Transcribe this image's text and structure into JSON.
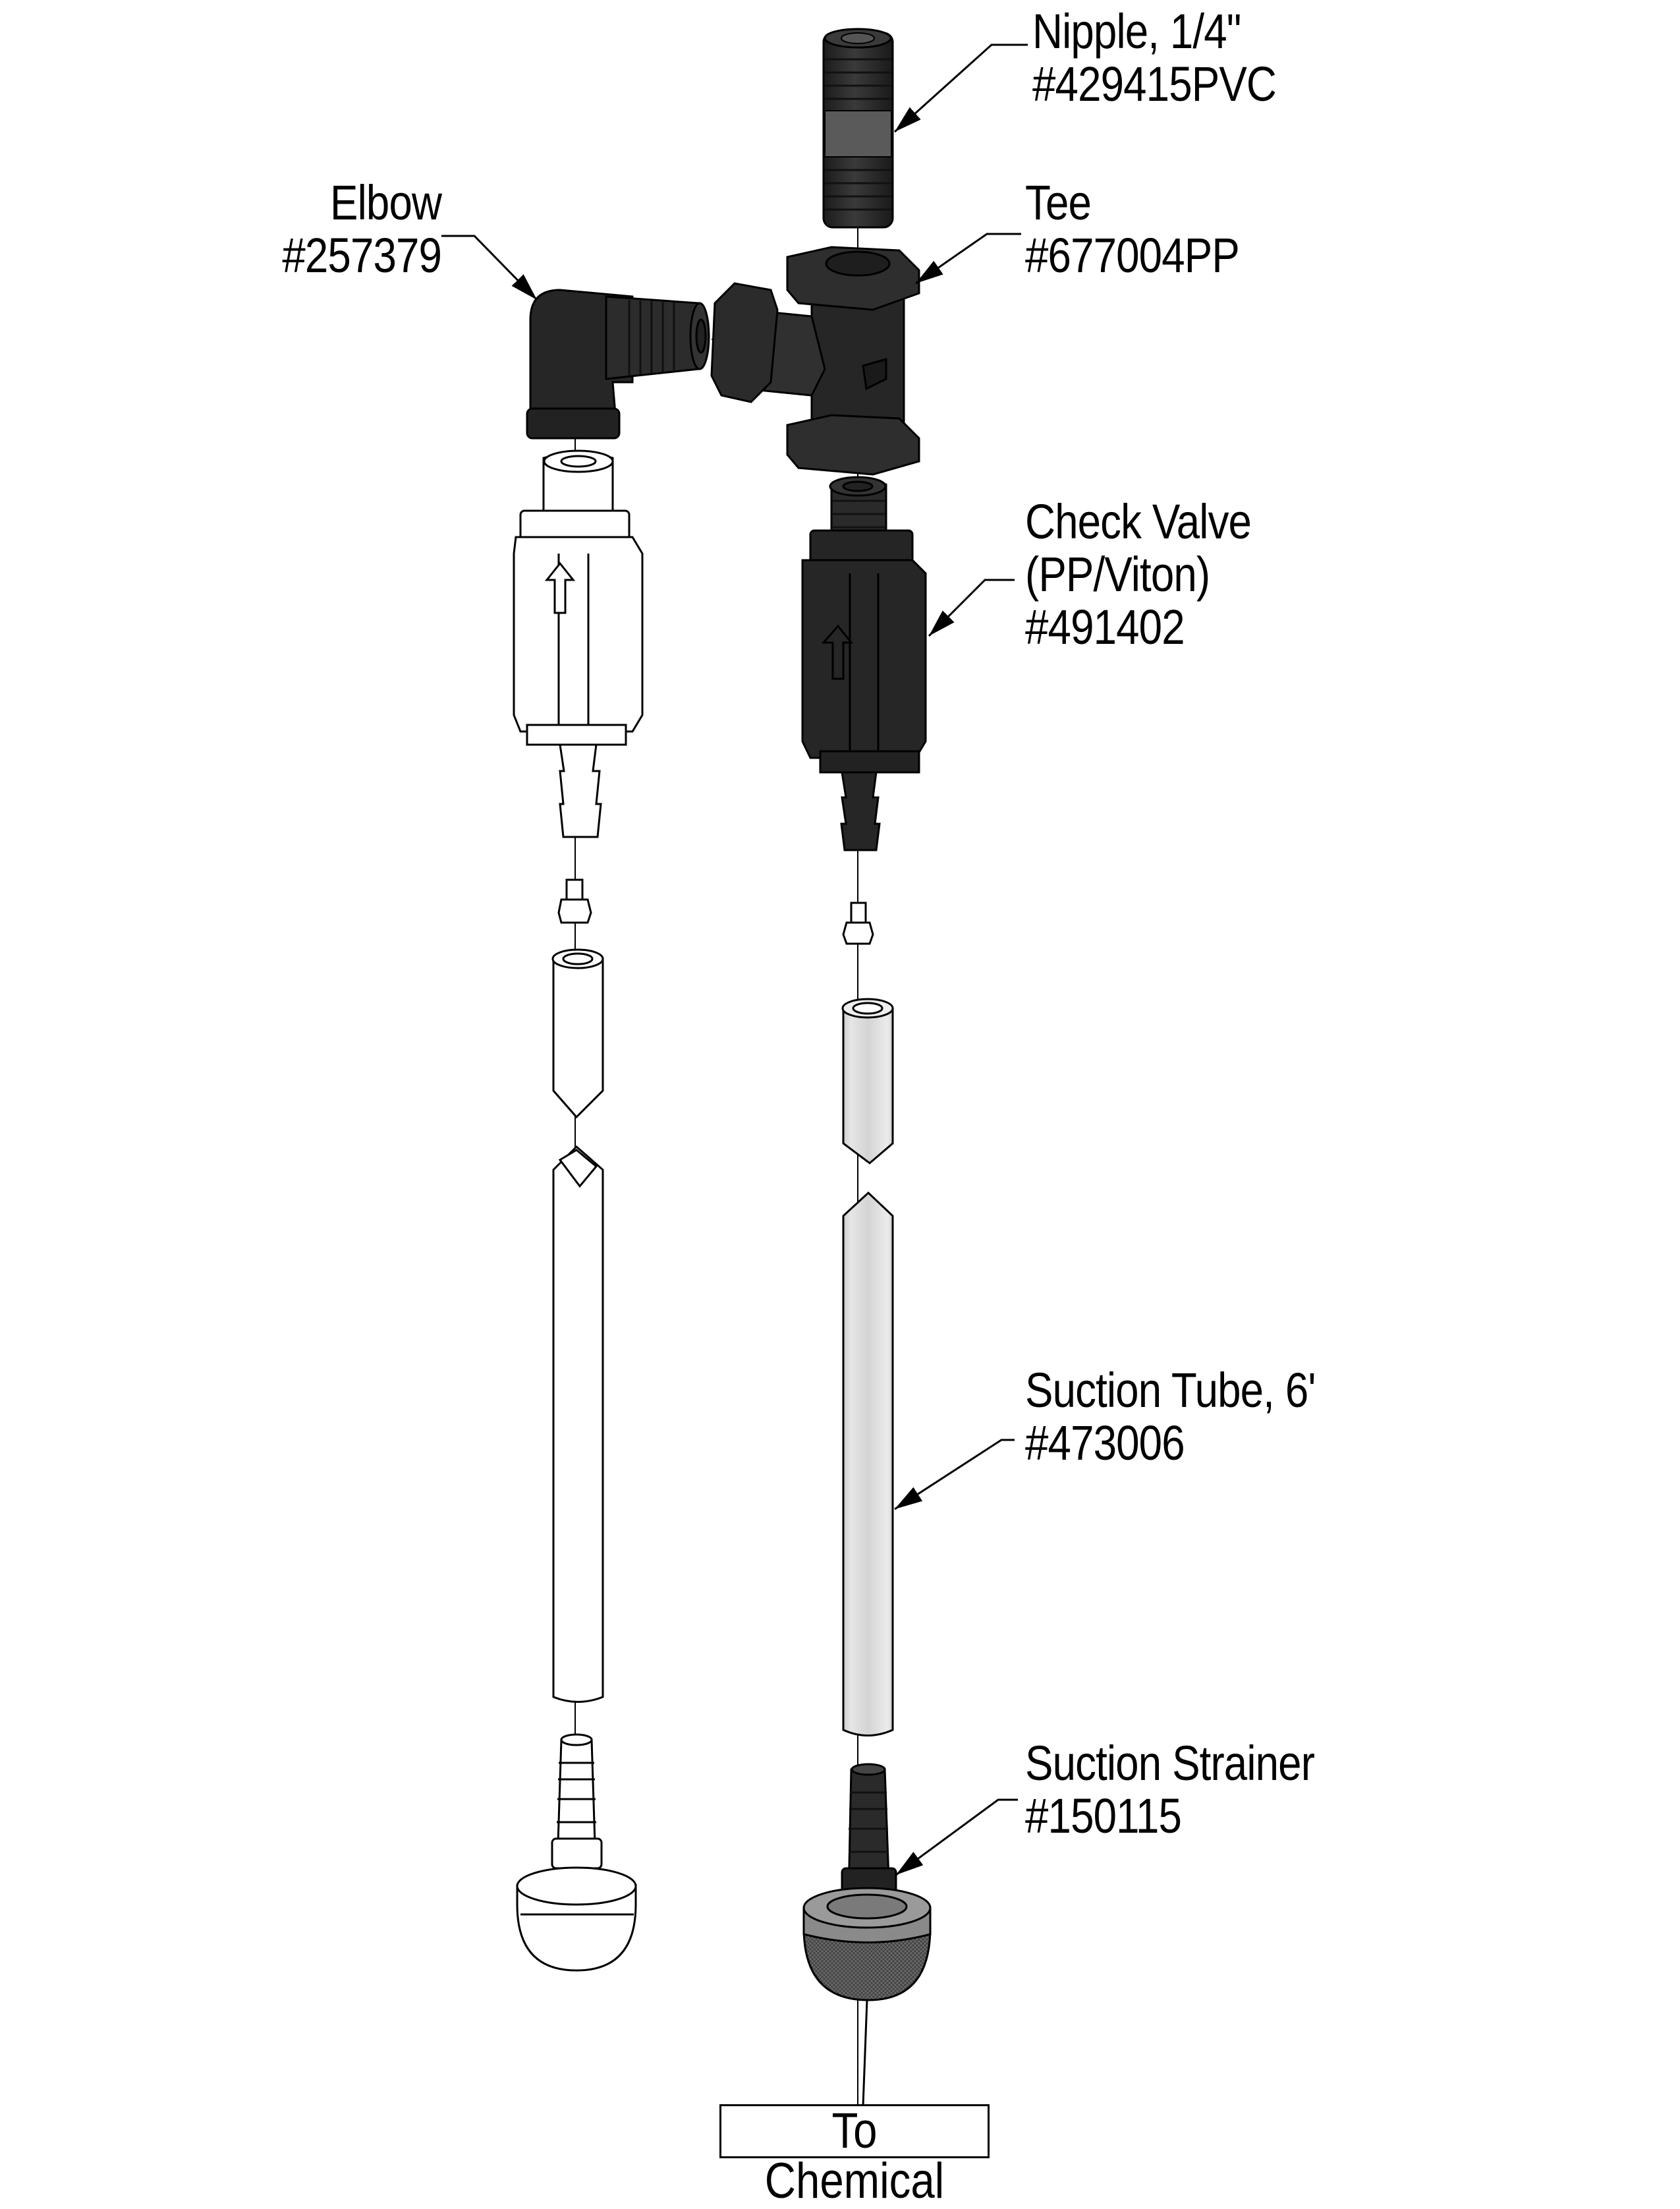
{
  "diagram": {
    "type": "exploded-parts-assembly",
    "title": "",
    "parts": [
      {
        "id": "nipple",
        "name": "Nipple, 1/4\"",
        "part_no": "#429415PVC",
        "color": "#2a2a2a"
      },
      {
        "id": "elbow",
        "name": "Elbow",
        "part_no": "#257379",
        "color": "#2a2a2a"
      },
      {
        "id": "tee",
        "name": "Tee",
        "part_no": "#677004PP",
        "color": "#2a2a2a"
      },
      {
        "id": "check_valve",
        "name": "Check Valve",
        "material": "(PP/Viton)",
        "part_no": "#491402",
        "color": "#2a2a2a"
      },
      {
        "id": "suction_tube",
        "name": "Suction Tube, 6'",
        "part_no": "#473006",
        "color": "#d9d9d9"
      },
      {
        "id": "suction_strainer",
        "name": "Suction Strainer",
        "part_no": "#150115",
        "color": "#555555"
      }
    ],
    "footer_box": "To Chemical",
    "colors": {
      "black_part": "#2a2a2a",
      "outline": "#000000",
      "tube_gray": "#d9d9d9",
      "strainer_gray": "#8a8a8a",
      "white_part": "#ffffff"
    }
  }
}
